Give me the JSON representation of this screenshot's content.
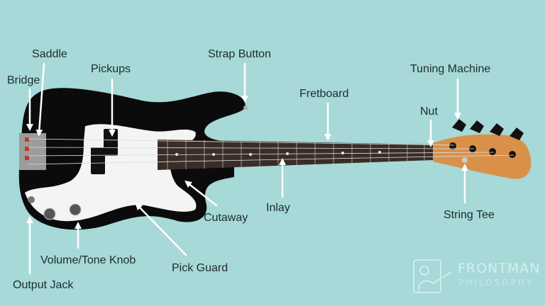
{
  "colors": {
    "background": "#a6d9d8",
    "body": "#0b0b0b",
    "pickguard": "#f4f4f4",
    "fretboard": "#3a2c26",
    "headstock": "#d9914a",
    "arrow": "#ffffff",
    "label": "#1f2b2d"
  },
  "labels": {
    "saddle": "Saddle",
    "bridge": "Bridge",
    "pickups": "Pickups",
    "strap_button": "Strap Button",
    "fretboard": "Fretboard",
    "nut": "Nut",
    "tuning_machine": "Tuning Machine",
    "string_tee": "String Tee",
    "inlay": "Inlay",
    "cutaway": "Cutaway",
    "pick_guard": "Pick Guard",
    "volume_tone_knob": "Volume/Tone Knob",
    "output_jack": "Output Jack"
  },
  "logo": {
    "line1": "FRONTMAN",
    "line2": "PHILOSOPHY"
  }
}
